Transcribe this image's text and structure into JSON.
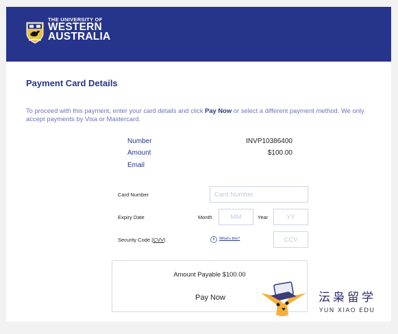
{
  "header": {
    "logo_top": "THE UNIVERSITY OF",
    "logo_line1": "WESTERN",
    "logo_line2": "AUSTRALIA"
  },
  "page": {
    "title": "Payment Card Details",
    "intro_before": "To proceed with this payment, enter your card details and click ",
    "intro_bold": "Pay Now",
    "intro_after": " or select a different payment method. We only accept payments by Visa or Mastercard."
  },
  "invoice": {
    "number_label": "Number",
    "number_value": "INVP10386400",
    "amount_label": "Amount",
    "amount_value": "$100.00",
    "email_label": "Email"
  },
  "form": {
    "card_number_label": "Card Number",
    "card_number_placeholder": "Card Number",
    "expiry_label": "Expiry Date",
    "month_label": "Month",
    "month_placeholder": "MM",
    "year_label": "Year",
    "year_placeholder": "YY",
    "security_label_prefix": "Security Code (",
    "security_label_link": "CVV",
    "security_label_suffix": ")",
    "whats_this": "What's this?",
    "ccv_placeholder": "CCV"
  },
  "payment": {
    "amount_payable": "Amount Payable $100.00",
    "pay_now_label": "Pay Now"
  },
  "watermark": {
    "chinese": "沄枭留学",
    "english": "YUN XIAO EDU"
  },
  "colors": {
    "brand": "#27348b",
    "link_text": "#6d74b8",
    "accent": "#f5a623"
  }
}
